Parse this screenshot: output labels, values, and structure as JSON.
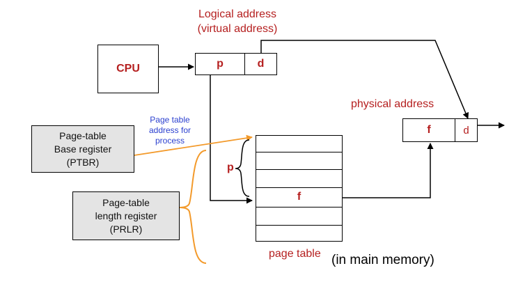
{
  "logical_address": {
    "line1": "Logical address",
    "line2": "(virtual address)"
  },
  "cpu": {
    "label": "CPU"
  },
  "logical_fields": {
    "p": "p",
    "d": "d"
  },
  "physical_address": {
    "label": "physical address",
    "f": "f",
    "d": "d"
  },
  "ptbr": {
    "label": "Page-table\nBase register\n(PTBR)"
  },
  "prlr": {
    "label": "Page-table\nlength register\n(PRLR)"
  },
  "annotation": {
    "text": "Page table\naddress for\nprocess"
  },
  "page_table": {
    "brace_label": "p",
    "entry_label": "f",
    "caption": "page table",
    "caption_note": "(in main memory)"
  },
  "colors": {
    "red": "#b51f1f",
    "blue": "#2a3fcf",
    "orange": "#f39a2b",
    "gray_box": "#e4e4e4"
  }
}
